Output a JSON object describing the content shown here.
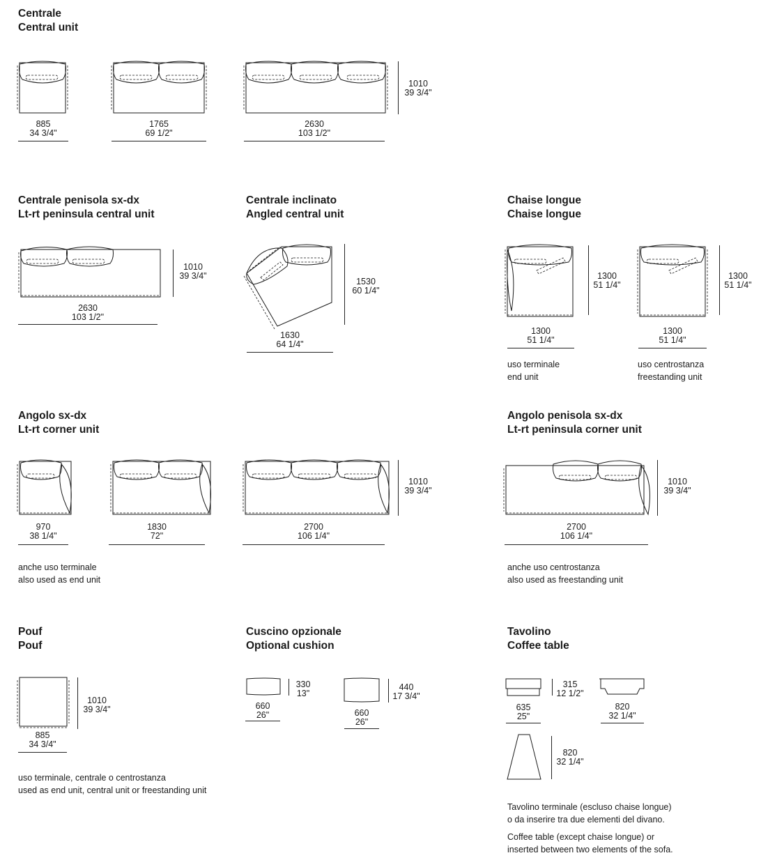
{
  "sections": {
    "centrale": {
      "title_it": "Centrale",
      "title_en": "Central unit",
      "dims": [
        {
          "mm": "885",
          "in": "34 3/4\""
        },
        {
          "mm": "1765",
          "in": "69 1/2\""
        },
        {
          "mm": "2630",
          "in": "103 1/2\""
        }
      ],
      "depth": {
        "mm": "1010",
        "in": "39 3/4\""
      }
    },
    "penisola": {
      "title_it": "Centrale penisola sx-dx",
      "title_en": "Lt-rt peninsula central unit",
      "width": {
        "mm": "2630",
        "in": "103 1/2\""
      },
      "depth": {
        "mm": "1010",
        "in": "39 3/4\""
      }
    },
    "inclinato": {
      "title_it": "Centrale inclinato",
      "title_en": "Angled central unit",
      "width": {
        "mm": "1630",
        "in": "64 1/4\""
      },
      "depth": {
        "mm": "1530",
        "in": "60 1/4\""
      }
    },
    "chaise": {
      "title_it": "Chaise longue",
      "title_en": "Chaise longue",
      "units": [
        {
          "width_mm": "1300",
          "width_in": "51 1/4\"",
          "depth_mm": "1300",
          "depth_in": "51 1/4\"",
          "note_it": "uso terminale",
          "note_en": "end unit"
        },
        {
          "width_mm": "1300",
          "width_in": "51 1/4\"",
          "depth_mm": "1300",
          "depth_in": "51 1/4\"",
          "note_it": "uso centrostanza",
          "note_en": "freestanding unit"
        }
      ]
    },
    "angolo": {
      "title_it": "Angolo sx-dx",
      "title_en": "Lt-rt corner unit",
      "dims": [
        {
          "mm": "970",
          "in": "38 1/4\""
        },
        {
          "mm": "1830",
          "in": "72\""
        },
        {
          "mm": "2700",
          "in": "106 1/4\""
        }
      ],
      "depth": {
        "mm": "1010",
        "in": "39 3/4\""
      },
      "note_it": "anche uso terminale",
      "note_en": "also used as end unit"
    },
    "angolo_penisola": {
      "title_it": "Angolo penisola sx-dx",
      "title_en": "Lt-rt peninsula corner unit",
      "width": {
        "mm": "2700",
        "in": "106 1/4\""
      },
      "depth": {
        "mm": "1010",
        "in": "39 3/4\""
      },
      "note_it": "anche uso centrostanza",
      "note_en": "also used as freestanding unit"
    },
    "pouf": {
      "title_it": "Pouf",
      "title_en": "Pouf",
      "width": {
        "mm": "885",
        "in": "34 3/4\""
      },
      "depth": {
        "mm": "1010",
        "in": "39 3/4\""
      },
      "note_it": "uso terminale, centrale o centrostanza",
      "note_en": "used as end unit, central unit or freestanding unit"
    },
    "cuscino": {
      "title_it": "Cuscino opzionale",
      "title_en": "Optional cushion",
      "items": [
        {
          "w_mm": "660",
          "w_in": "26\"",
          "d_mm": "330",
          "d_in": "13\""
        },
        {
          "w_mm": "660",
          "w_in": "26\"",
          "d_mm": "440",
          "d_in": "17 3/4\""
        }
      ]
    },
    "tavolino": {
      "title_it": "Tavolino",
      "title_en": "Coffee table",
      "front": {
        "w_mm": "635",
        "w_in": "25\"",
        "h_mm": "315",
        "h_in": "12 1/2\""
      },
      "side": {
        "mm": "820",
        "in": "32 1/4\""
      },
      "top": {
        "mm": "820",
        "in": "32 1/4\""
      },
      "note_it_1": "Tavolino terminale (escluso chaise longue)",
      "note_it_2": "o da inserire tra due elementi del divano.",
      "note_en_1": "Coffee table (except chaise longue) or",
      "note_en_2": "inserted between two elements of the sofa."
    }
  }
}
